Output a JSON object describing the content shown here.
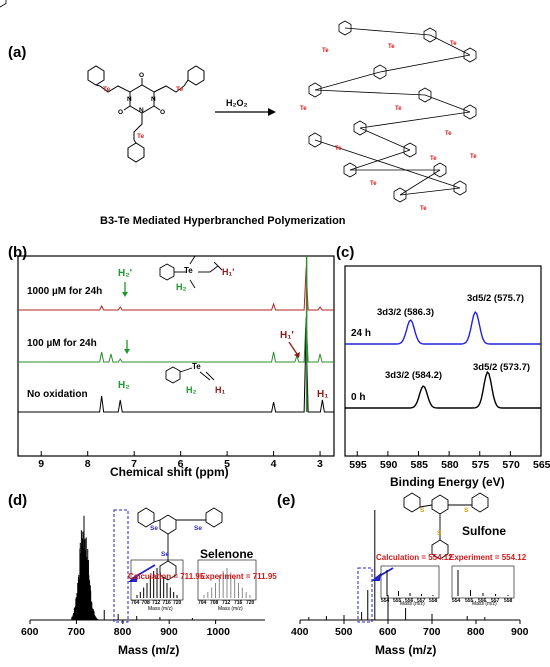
{
  "panels": {
    "a": {
      "label": "(a)",
      "reagent": "H₂O₂",
      "caption": "B3-Te Mediated Hyperbranched Polymerization",
      "atom_label": "Te"
    },
    "b": {
      "label": "(b)",
      "xlabel": "Chemical shift (ppm)",
      "xticks": [
        "9",
        "8",
        "7",
        "6",
        "5",
        "4",
        "3"
      ],
      "traces": [
        {
          "name": "1000 µM for 24h",
          "color": "#b22222"
        },
        {
          "name": "100 µM for 24h",
          "color": "#2e8b2e"
        },
        {
          "name": "No oxidation",
          "color": "#000000"
        }
      ],
      "annotations": {
        "h1": "H₁",
        "h2": "H₂",
        "h1p": "H₁'",
        "h2p": "H₂'",
        "te": "Te"
      }
    },
    "c": {
      "label": "(c)",
      "xlabel": "Binding Energy (eV)",
      "xticks": [
        "595",
        "590",
        "585",
        "580",
        "575",
        "570",
        "565"
      ],
      "traces": [
        {
          "name": "24 h",
          "color": "#2222dd",
          "peaks": [
            "3d3/2 (586.3)",
            "3d5/2 (575.7)"
          ]
        },
        {
          "name": "0 h",
          "color": "#000000",
          "peaks": [
            "3d3/2 (584.2)",
            "3d5/2 (573.7)"
          ]
        }
      ]
    },
    "d": {
      "label": "(d)",
      "xlabel": "Mass (m/z)",
      "xticks": [
        "600",
        "700",
        "800",
        "900",
        "1000"
      ],
      "compound": "Selenone",
      "calc": "Calculation = 711.95",
      "expt": "Experiment = 711.95",
      "inset_xticks": [
        "704",
        "708",
        "712",
        "716",
        "720"
      ],
      "inset_xlabel": "Mass (m/z)",
      "atom_label": "Se"
    },
    "e": {
      "label": "(e)",
      "xlabel": "Mass (m/z)",
      "xticks": [
        "400",
        "500",
        "600",
        "700",
        "800",
        "900"
      ],
      "compound": "Sulfone",
      "calc": "Calculation = 554.12",
      "expt": "Experiment = 554.12",
      "inset_xticks": [
        "554",
        "555",
        "556",
        "557",
        "558"
      ],
      "inset_xlabel": "Mass (m/z)",
      "atom_label": "S"
    }
  },
  "chart_data": [
    {
      "type": "line",
      "xlabel": "Chemical shift (ppm)",
      "xlim": [
        9.5,
        2.7
      ],
      "series": [
        {
          "name": "1000 µM for 24h",
          "peaks_ppm": [
            7.7,
            7.3,
            4.0,
            3.3,
            3.0
          ]
        },
        {
          "name": "100 µM for 24h",
          "peaks_ppm": [
            7.7,
            7.5,
            7.3,
            4.0,
            3.5,
            3.3,
            3.0
          ]
        },
        {
          "name": "No oxidation",
          "peaks_ppm": [
            7.7,
            7.3,
            4.0,
            3.3,
            2.95
          ]
        }
      ]
    },
    {
      "type": "line",
      "xlabel": "Binding Energy (eV)",
      "xlim": [
        597,
        565
      ],
      "series": [
        {
          "name": "24 h",
          "peaks_eV": [
            586.3,
            575.7
          ]
        },
        {
          "name": "0 h",
          "peaks_eV": [
            584.2,
            573.7
          ]
        }
      ]
    },
    {
      "type": "bar",
      "xlabel": "Mass (m/z)",
      "xlim": [
        600,
        1100
      ],
      "peak_mz": 711.95
    },
    {
      "type": "bar",
      "xlabel": "Mass (m/z)",
      "xlim": [
        400,
        900
      ],
      "peak_mz": 554.12
    }
  ]
}
